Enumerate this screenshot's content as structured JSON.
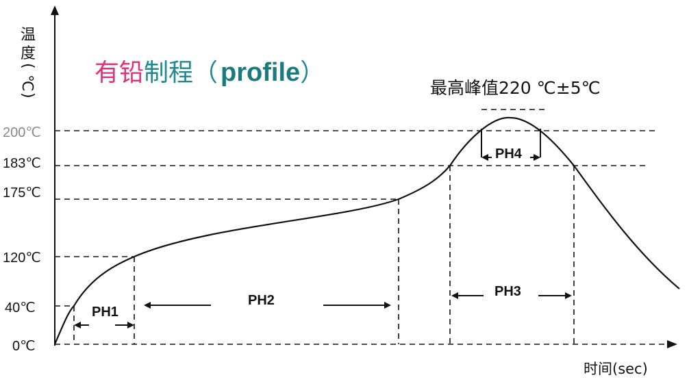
{
  "title": {
    "part1": "有铅",
    "part2": "制程",
    "part3": "（",
    "part4": "profile",
    "part5": "）",
    "color_pink": "#e0317a",
    "color_teal": "#1e8a8f",
    "color_teal_dark": "#1a7a80"
  },
  "y_axis_label": [
    "温",
    "度",
    "(",
    "℃",
    ")"
  ],
  "x_axis_label": "时间(sec)",
  "y_ticks": [
    "0℃",
    "40℃",
    "120℃",
    "175℃",
    "183℃",
    "200℃"
  ],
  "peak_label": "最高峰值220 ℃±5℃",
  "phases": {
    "ph1": "PH1",
    "ph2": "PH2",
    "ph3": "PH3",
    "ph4": "PH4"
  }
}
